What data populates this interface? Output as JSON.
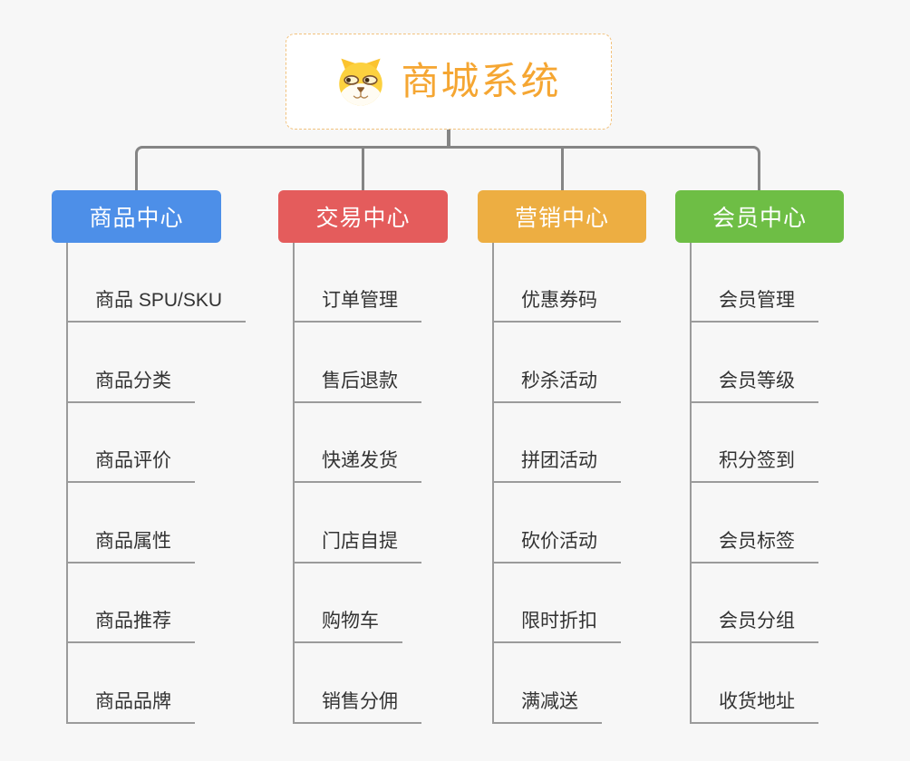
{
  "root": {
    "title": "商城系统",
    "icon": "shiba-dog-icon"
  },
  "branches": [
    {
      "label": "商品中心",
      "color": "#4d8fe8",
      "items": [
        "商品 SPU/SKU",
        "商品分类",
        "商品评价",
        "商品属性",
        "商品推荐",
        "商品品牌"
      ]
    },
    {
      "label": "交易中心",
      "color": "#e45c5c",
      "items": [
        "订单管理",
        "售后退款",
        "快递发货",
        "门店自提",
        "购物车",
        "销售分佣"
      ]
    },
    {
      "label": "营销中心",
      "color": "#edae42",
      "items": [
        "优惠券码",
        "秒杀活动",
        "拼团活动",
        "砍价活动",
        "限时折扣",
        "满减送"
      ]
    },
    {
      "label": "会员中心",
      "color": "#6ebe45",
      "items": [
        "会员管理",
        "会员等级",
        "积分签到",
        "会员标签",
        "会员分组",
        "收货地址"
      ]
    }
  ],
  "colors": {
    "background": "#f7f7f7",
    "root_border": "#f2c27d",
    "root_title": "#f5a632",
    "connector": "#858585",
    "trunk_line": "#9b9b9b",
    "item_text": "#333333"
  }
}
